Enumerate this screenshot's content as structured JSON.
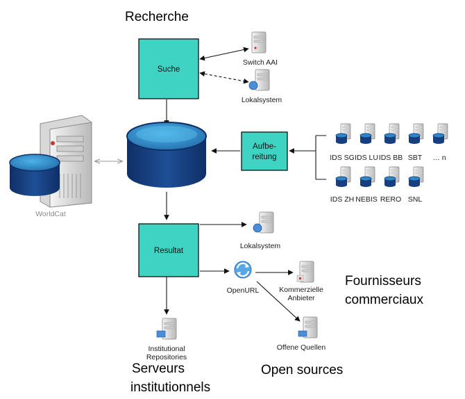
{
  "headings": {
    "recherche": "Recherche",
    "fournisseurs_line1": "Fournisseurs",
    "fournisseurs_line2": "commerciaux",
    "serveurs_line1": "Serveurs",
    "serveurs_line2": "institutionnels",
    "open_sources": "Open sources"
  },
  "boxes": {
    "suche": "Suche",
    "resultat": "Resultat",
    "aufbereitung_line1": "Aufbe-",
    "aufbereitung_line2": "reitung"
  },
  "servers": {
    "switch_aai": "Switch AAI",
    "lokalsystem_top": "Lokalsystem",
    "lokalsystem_bottom": "Lokalsystem",
    "worldcat": "WorldCat",
    "openurl": "OpenURL",
    "kommerzielle_line1": "Kommerzielle",
    "kommerzielle_line2": "Anbieter",
    "offene_quellen": "Offene Quellen",
    "institutional_line1": "Institutional",
    "institutional_line2": "Repositories"
  },
  "sources": {
    "row1": [
      "IDS SG",
      "IDS LU",
      "IDS BB",
      "SBT",
      "… n"
    ],
    "row2": [
      "IDS ZH",
      "NEBIS",
      "RERO",
      "SNL"
    ]
  },
  "colors": {
    "box_fill": "#3fd3c4",
    "db_dark": "#123a78",
    "db_top": "#2e86c8",
    "line": "#111111",
    "worldcat_arrow": "#9a9a9a"
  }
}
